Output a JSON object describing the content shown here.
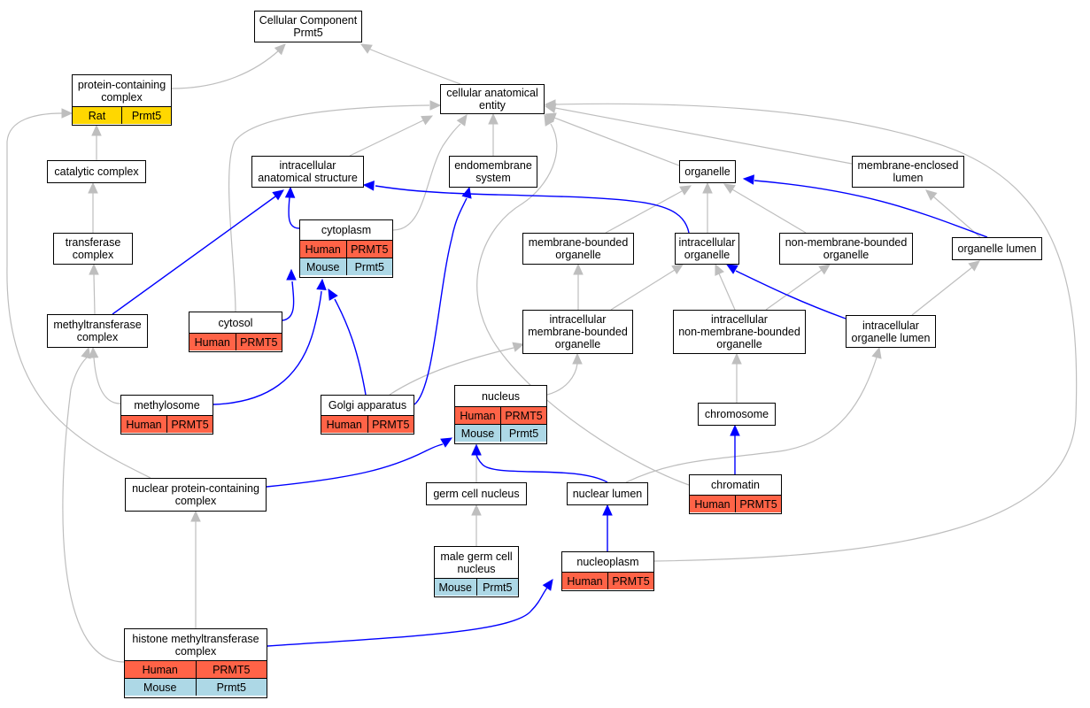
{
  "graph": {
    "nodes": [
      {
        "id": "cellular_component",
        "label": [
          "Cellular Component",
          "Prmt5"
        ],
        "rows": []
      },
      {
        "id": "protein_containing_complex",
        "label": [
          "protein-containing",
          "complex"
        ],
        "rows": [
          {
            "species": "Rat",
            "gene": "Prmt5"
          }
        ]
      },
      {
        "id": "cellular_anatomical_entity",
        "label": [
          "cellular anatomical",
          "entity"
        ],
        "rows": []
      },
      {
        "id": "catalytic_complex",
        "label": [
          "catalytic complex"
        ],
        "rows": []
      },
      {
        "id": "intracellular_anatomical_structure",
        "label": [
          "intracellular",
          "anatomical structure"
        ],
        "rows": []
      },
      {
        "id": "endomembrane_system",
        "label": [
          "endomembrane",
          "system"
        ],
        "rows": []
      },
      {
        "id": "organelle",
        "label": [
          "organelle"
        ],
        "rows": []
      },
      {
        "id": "membrane_enclosed_lumen",
        "label": [
          "membrane-enclosed",
          "lumen"
        ],
        "rows": []
      },
      {
        "id": "transferase_complex",
        "label": [
          "transferase",
          "complex"
        ],
        "rows": []
      },
      {
        "id": "cytoplasm",
        "label": [
          "cytoplasm"
        ],
        "rows": [
          {
            "species": "Human",
            "gene": "PRMT5"
          },
          {
            "species": "Mouse",
            "gene": "Prmt5"
          }
        ]
      },
      {
        "id": "membrane_bounded_organelle",
        "label": [
          "membrane-bounded",
          "organelle"
        ],
        "rows": []
      },
      {
        "id": "intracellular_organelle",
        "label": [
          "intracellular",
          "organelle"
        ],
        "rows": []
      },
      {
        "id": "non_membrane_bounded_organelle",
        "label": [
          "non-membrane-bounded",
          "organelle"
        ],
        "rows": []
      },
      {
        "id": "organelle_lumen",
        "label": [
          "organelle lumen"
        ],
        "rows": []
      },
      {
        "id": "methyltransferase_complex",
        "label": [
          "methyltransferase",
          "complex"
        ],
        "rows": []
      },
      {
        "id": "cytosol",
        "label": [
          "cytosol"
        ],
        "rows": [
          {
            "species": "Human",
            "gene": "PRMT5"
          }
        ]
      },
      {
        "id": "intracellular_membrane_bounded_organelle",
        "label": [
          "intracellular",
          "membrane-bounded",
          "organelle"
        ],
        "rows": []
      },
      {
        "id": "intracellular_non_membrane_bounded_organelle",
        "label": [
          "intracellular",
          "non-membrane-bounded",
          "organelle"
        ],
        "rows": []
      },
      {
        "id": "intracellular_organelle_lumen",
        "label": [
          "intracellular",
          "organelle lumen"
        ],
        "rows": []
      },
      {
        "id": "methylosome",
        "label": [
          "methylosome"
        ],
        "rows": [
          {
            "species": "Human",
            "gene": "PRMT5"
          }
        ]
      },
      {
        "id": "golgi_apparatus",
        "label": [
          "Golgi apparatus"
        ],
        "rows": [
          {
            "species": "Human",
            "gene": "PRMT5"
          }
        ]
      },
      {
        "id": "nucleus",
        "label": [
          "nucleus"
        ],
        "rows": [
          {
            "species": "Human",
            "gene": "PRMT5"
          },
          {
            "species": "Mouse",
            "gene": "Prmt5"
          }
        ]
      },
      {
        "id": "chromosome",
        "label": [
          "chromosome"
        ],
        "rows": []
      },
      {
        "id": "nuclear_protein_containing_complex",
        "label": [
          "nuclear protein-containing",
          "complex"
        ],
        "rows": []
      },
      {
        "id": "germ_cell_nucleus",
        "label": [
          "germ cell nucleus"
        ],
        "rows": []
      },
      {
        "id": "nuclear_lumen",
        "label": [
          "nuclear lumen"
        ],
        "rows": []
      },
      {
        "id": "chromatin",
        "label": [
          "chromatin"
        ],
        "rows": [
          {
            "species": "Human",
            "gene": "PRMT5"
          }
        ]
      },
      {
        "id": "male_germ_cell_nucleus",
        "label": [
          "male germ cell",
          "nucleus"
        ],
        "rows": [
          {
            "species": "Mouse",
            "gene": "Prmt5"
          }
        ]
      },
      {
        "id": "nucleoplasm",
        "label": [
          "nucleoplasm"
        ],
        "rows": [
          {
            "species": "Human",
            "gene": "PRMT5"
          }
        ]
      },
      {
        "id": "histone_methyltransferase_complex",
        "label": [
          "histone methyltransferase",
          "complex"
        ],
        "rows": [
          {
            "species": "Human",
            "gene": "PRMT5"
          },
          {
            "species": "Mouse",
            "gene": "Prmt5"
          }
        ]
      }
    ],
    "edges": [
      {
        "from": "protein_containing_complex",
        "to": "cellular_component",
        "kind": "is_a"
      },
      {
        "from": "cellular_anatomical_entity",
        "to": "cellular_component",
        "kind": "is_a"
      },
      {
        "from": "catalytic_complex",
        "to": "protein_containing_complex",
        "kind": "is_a"
      },
      {
        "from": "transferase_complex",
        "to": "catalytic_complex",
        "kind": "is_a"
      },
      {
        "from": "methyltransferase_complex",
        "to": "transferase_complex",
        "kind": "is_a"
      },
      {
        "from": "methylosome",
        "to": "methyltransferase_complex",
        "kind": "is_a"
      },
      {
        "from": "histone_methyltransferase_complex",
        "to": "methyltransferase_complex",
        "kind": "is_a"
      },
      {
        "from": "nuclear_protein_containing_complex",
        "to": "protein_containing_complex",
        "kind": "is_a"
      },
      {
        "from": "histone_methyltransferase_complex",
        "to": "nuclear_protein_containing_complex",
        "kind": "is_a"
      },
      {
        "from": "intracellular_anatomical_structure",
        "to": "cellular_anatomical_entity",
        "kind": "is_a"
      },
      {
        "from": "endomembrane_system",
        "to": "cellular_anatomical_entity",
        "kind": "is_a"
      },
      {
        "from": "organelle",
        "to": "cellular_anatomical_entity",
        "kind": "is_a"
      },
      {
        "from": "membrane_enclosed_lumen",
        "to": "cellular_anatomical_entity",
        "kind": "is_a"
      },
      {
        "from": "cytoplasm",
        "to": "cellular_anatomical_entity",
        "kind": "is_a"
      },
      {
        "from": "cytosol",
        "to": "cellular_anatomical_entity",
        "kind": "is_a"
      },
      {
        "from": "chromatin",
        "to": "cellular_anatomical_entity",
        "kind": "is_a"
      },
      {
        "from": "nucleoplasm",
        "to": "cellular_anatomical_entity",
        "kind": "is_a"
      },
      {
        "from": "membrane_bounded_organelle",
        "to": "organelle",
        "kind": "is_a"
      },
      {
        "from": "intracellular_organelle",
        "to": "organelle",
        "kind": "is_a"
      },
      {
        "from": "non_membrane_bounded_organelle",
        "to": "organelle",
        "kind": "is_a"
      },
      {
        "from": "organelle_lumen",
        "to": "membrane_enclosed_lumen",
        "kind": "is_a"
      },
      {
        "from": "intracellular_membrane_bounded_organelle",
        "to": "membrane_bounded_organelle",
        "kind": "is_a"
      },
      {
        "from": "intracellular_membrane_bounded_organelle",
        "to": "intracellular_organelle",
        "kind": "is_a"
      },
      {
        "from": "intracellular_non_membrane_bounded_organelle",
        "to": "intracellular_organelle",
        "kind": "is_a"
      },
      {
        "from": "intracellular_non_membrane_bounded_organelle",
        "to": "non_membrane_bounded_organelle",
        "kind": "is_a"
      },
      {
        "from": "intracellular_organelle_lumen",
        "to": "organelle_lumen",
        "kind": "is_a"
      },
      {
        "from": "golgi_apparatus",
        "to": "intracellular_membrane_bounded_organelle",
        "kind": "is_a"
      },
      {
        "from": "nucleus",
        "to": "intracellular_membrane_bounded_organelle",
        "kind": "is_a"
      },
      {
        "from": "chromosome",
        "to": "intracellular_non_membrane_bounded_organelle",
        "kind": "is_a"
      },
      {
        "from": "germ_cell_nucleus",
        "to": "nucleus",
        "kind": "is_a"
      },
      {
        "from": "male_germ_cell_nucleus",
        "to": "germ_cell_nucleus",
        "kind": "is_a"
      },
      {
        "from": "nuclear_lumen",
        "to": "intracellular_organelle_lumen",
        "kind": "is_a"
      },
      {
        "from": "cytoplasm",
        "to": "intracellular_anatomical_structure",
        "kind": "part_of"
      },
      {
        "from": "methyltransferase_complex",
        "to": "intracellular_anatomical_structure",
        "kind": "part_of"
      },
      {
        "from": "intracellular_organelle",
        "to": "intracellular_anatomical_structure",
        "kind": "part_of"
      },
      {
        "from": "golgi_apparatus",
        "to": "endomembrane_system",
        "kind": "part_of"
      },
      {
        "from": "organelle_lumen",
        "to": "organelle",
        "kind": "part_of"
      },
      {
        "from": "intracellular_organelle_lumen",
        "to": "intracellular_organelle",
        "kind": "part_of"
      },
      {
        "from": "cytosol",
        "to": "cytoplasm",
        "kind": "part_of"
      },
      {
        "from": "methylosome",
        "to": "cytoplasm",
        "kind": "part_of"
      },
      {
        "from": "golgi_apparatus",
        "to": "cytoplasm",
        "kind": "part_of"
      },
      {
        "from": "nuclear_protein_containing_complex",
        "to": "nucleus",
        "kind": "part_of"
      },
      {
        "from": "nuclear_lumen",
        "to": "nucleus",
        "kind": "part_of"
      },
      {
        "from": "chromatin",
        "to": "chromosome",
        "kind": "part_of"
      },
      {
        "from": "nucleoplasm",
        "to": "nuclear_lumen",
        "kind": "part_of"
      },
      {
        "from": "histone_methyltransferase_complex",
        "to": "nucleoplasm",
        "kind": "part_of"
      }
    ]
  },
  "colors": {
    "Human": "#ff6347",
    "Mouse": "#add8e6",
    "Rat": "#ffd700",
    "is_a_edge": "#bebebe",
    "part_of_edge": "#0000ff"
  }
}
